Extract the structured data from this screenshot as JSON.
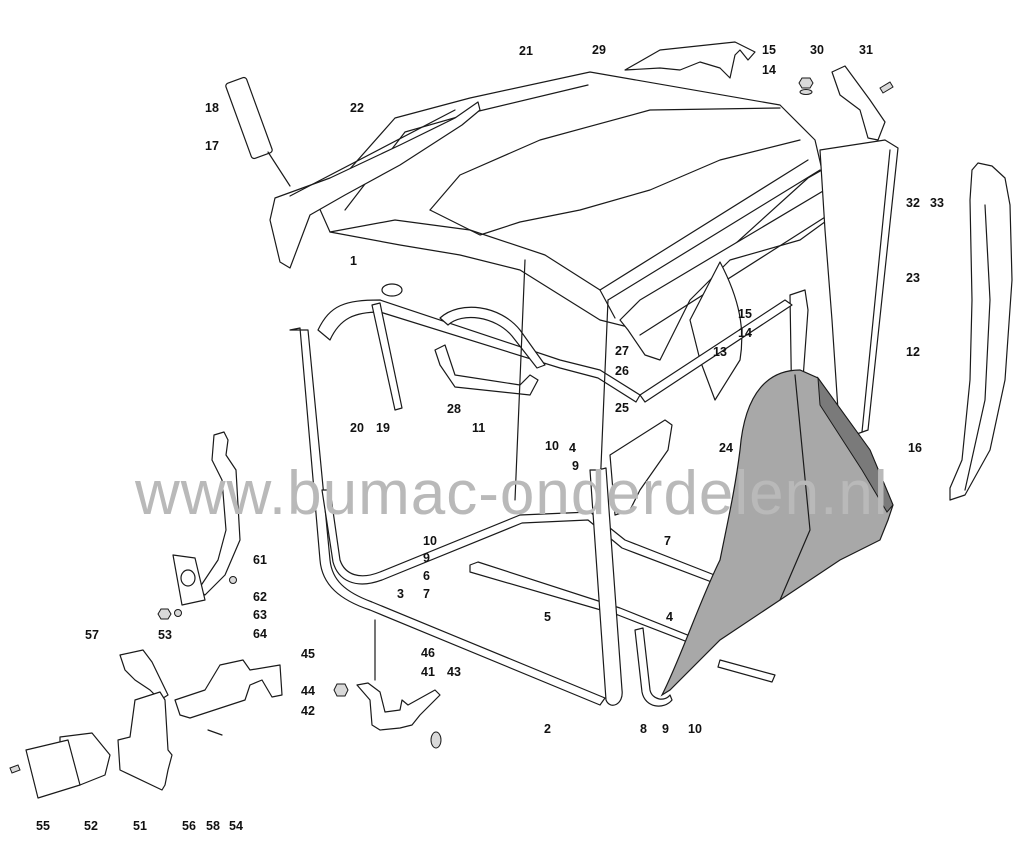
{
  "diagram": {
    "title": "Grass collector / bag frame exploded view",
    "watermark": "www.bumac-onderdelen.nl",
    "colors": {
      "line": "#1a1a1a",
      "bag_fill": "#a8a8a8",
      "bag_shade": "#7a7a7a",
      "watermark": "#b9b9b9",
      "background": "#ffffff"
    },
    "callouts": [
      {
        "id": "c21",
        "label": "21"
      },
      {
        "id": "c29",
        "label": "29"
      },
      {
        "id": "c15a",
        "label": "15"
      },
      {
        "id": "c14a",
        "label": "14"
      },
      {
        "id": "c30",
        "label": "30"
      },
      {
        "id": "c31",
        "label": "31"
      },
      {
        "id": "c18",
        "label": "18"
      },
      {
        "id": "c22",
        "label": "22"
      },
      {
        "id": "c17",
        "label": "17"
      },
      {
        "id": "c32",
        "label": "32"
      },
      {
        "id": "c33",
        "label": "33"
      },
      {
        "id": "c23",
        "label": "23"
      },
      {
        "id": "c1",
        "label": "1"
      },
      {
        "id": "c15b",
        "label": "15"
      },
      {
        "id": "c14b",
        "label": "14"
      },
      {
        "id": "c13",
        "label": "13"
      },
      {
        "id": "c12",
        "label": "12"
      },
      {
        "id": "c27",
        "label": "27"
      },
      {
        "id": "c26",
        "label": "26"
      },
      {
        "id": "c25",
        "label": "25"
      },
      {
        "id": "c28",
        "label": "28"
      },
      {
        "id": "c20",
        "label": "20"
      },
      {
        "id": "c19",
        "label": "19"
      },
      {
        "id": "c11",
        "label": "11"
      },
      {
        "id": "c4a",
        "label": "4"
      },
      {
        "id": "c24",
        "label": "24"
      },
      {
        "id": "c16",
        "label": "16"
      },
      {
        "id": "c10a",
        "label": "10"
      },
      {
        "id": "c9a",
        "label": "9"
      },
      {
        "id": "c10b",
        "label": "10"
      },
      {
        "id": "c9b",
        "label": "9"
      },
      {
        "id": "c7a",
        "label": "7"
      },
      {
        "id": "c6",
        "label": "6"
      },
      {
        "id": "c7b",
        "label": "7"
      },
      {
        "id": "c3",
        "label": "3"
      },
      {
        "id": "c61",
        "label": "61"
      },
      {
        "id": "c62",
        "label": "62"
      },
      {
        "id": "c63",
        "label": "63"
      },
      {
        "id": "c64",
        "label": "64"
      },
      {
        "id": "c5",
        "label": "5"
      },
      {
        "id": "c4b",
        "label": "4"
      },
      {
        "id": "c57",
        "label": "57"
      },
      {
        "id": "c53",
        "label": "53"
      },
      {
        "id": "c45",
        "label": "45"
      },
      {
        "id": "c46",
        "label": "46"
      },
      {
        "id": "c41",
        "label": "41"
      },
      {
        "id": "c43",
        "label": "43"
      },
      {
        "id": "c44",
        "label": "44"
      },
      {
        "id": "c42",
        "label": "42"
      },
      {
        "id": "c2",
        "label": "2"
      },
      {
        "id": "c8",
        "label": "8"
      },
      {
        "id": "c9c",
        "label": "9"
      },
      {
        "id": "c10c",
        "label": "10"
      },
      {
        "id": "c55",
        "label": "55"
      },
      {
        "id": "c52",
        "label": "52"
      },
      {
        "id": "c51",
        "label": "51"
      },
      {
        "id": "c56",
        "label": "56"
      },
      {
        "id": "c58",
        "label": "58"
      },
      {
        "id": "c54",
        "label": "54"
      }
    ]
  }
}
